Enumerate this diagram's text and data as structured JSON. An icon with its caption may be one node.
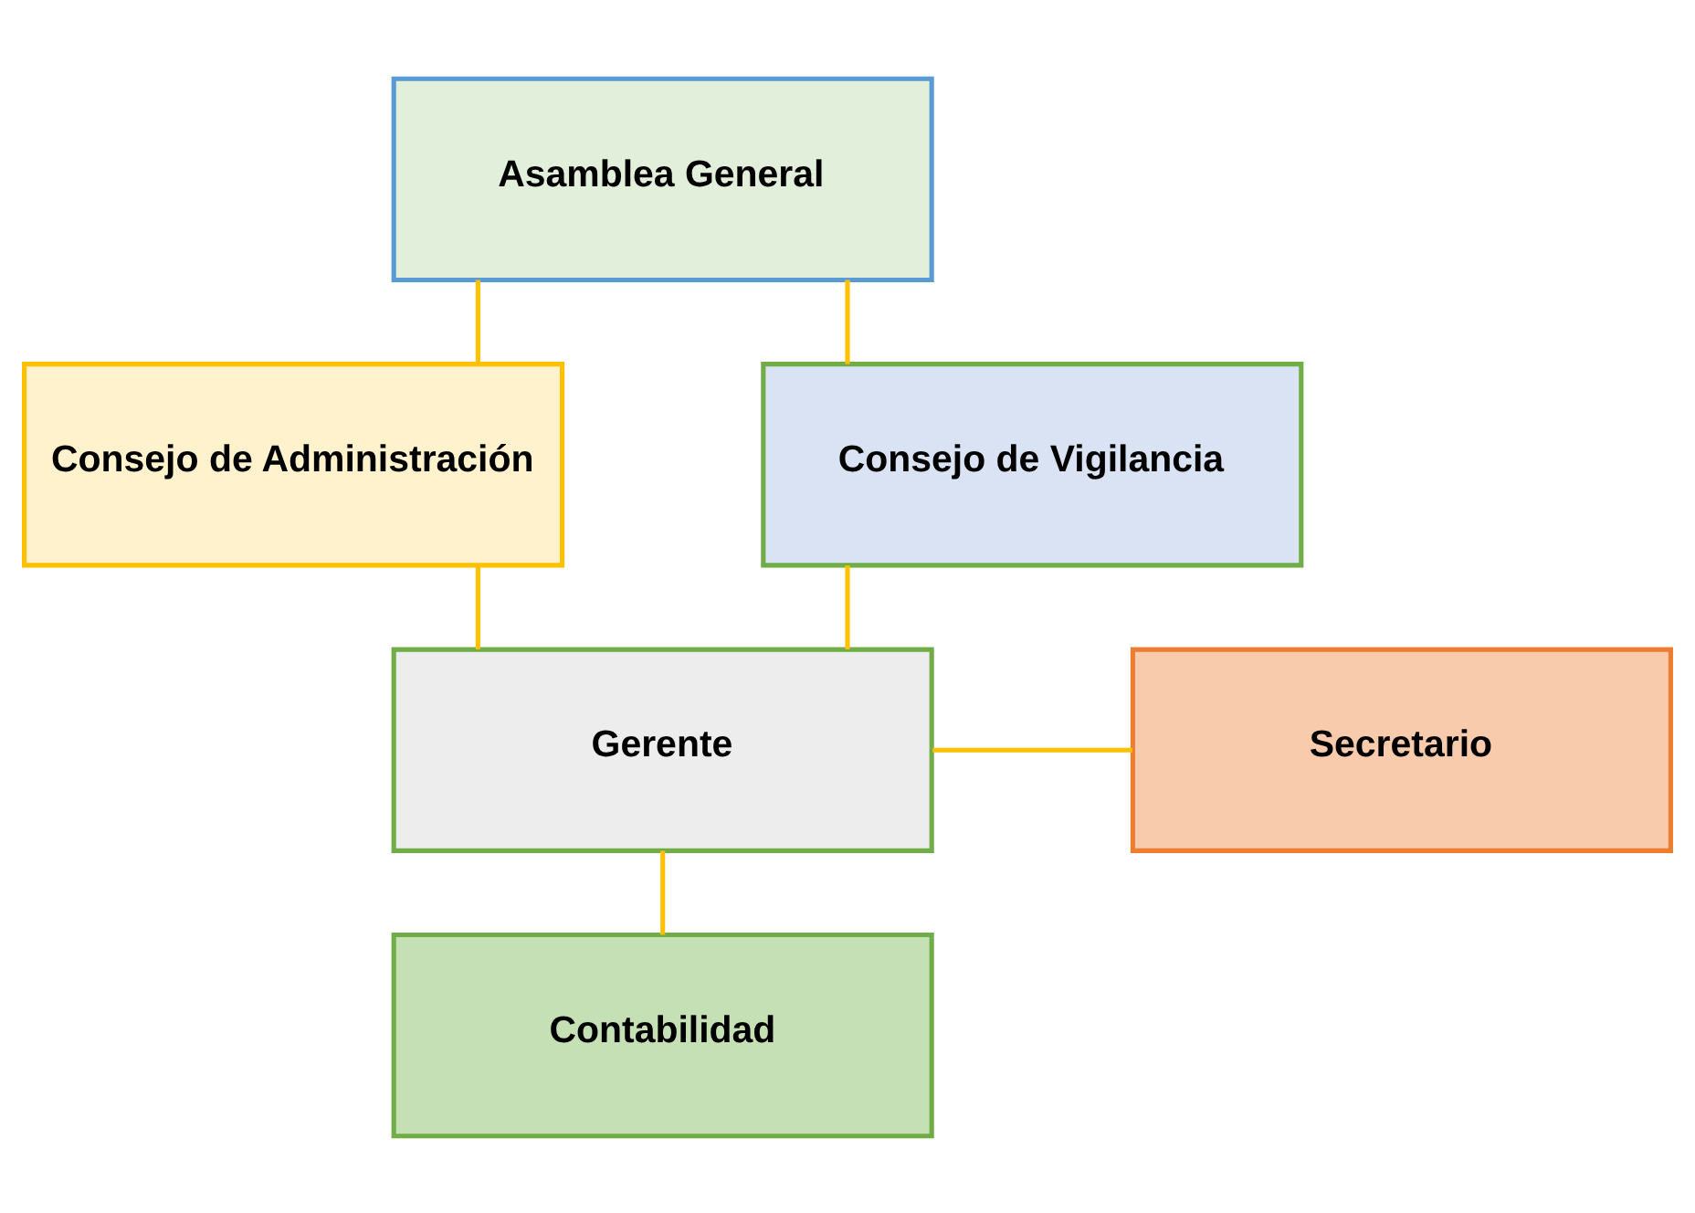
{
  "diagram": {
    "nodes": [
      {
        "text": [
          "Asamblea General"
        ]
      },
      {
        "text": [
          "Consejo de Administración"
        ]
      },
      {
        "text": [
          "Consejo de Vigilancia"
        ]
      },
      {
        "text": [
          "Gerente"
        ]
      },
      {
        "text": [
          "Secretario"
        ]
      },
      {
        "text": [
          "Contabilidad"
        ]
      }
    ],
    "edges": [
      {
        "from": 0,
        "to": 1,
        "arrow": "none"
      },
      {
        "from": 0,
        "to": 2,
        "arrow": "none"
      },
      {
        "from": 1,
        "to": 3,
        "arrow": "none"
      },
      {
        "from": 2,
        "to": 3,
        "arrow": "none"
      },
      {
        "from": 3,
        "to": 4,
        "arrow": "none"
      },
      {
        "from": 3,
        "to": 5,
        "arrow": "none"
      }
    ]
  }
}
